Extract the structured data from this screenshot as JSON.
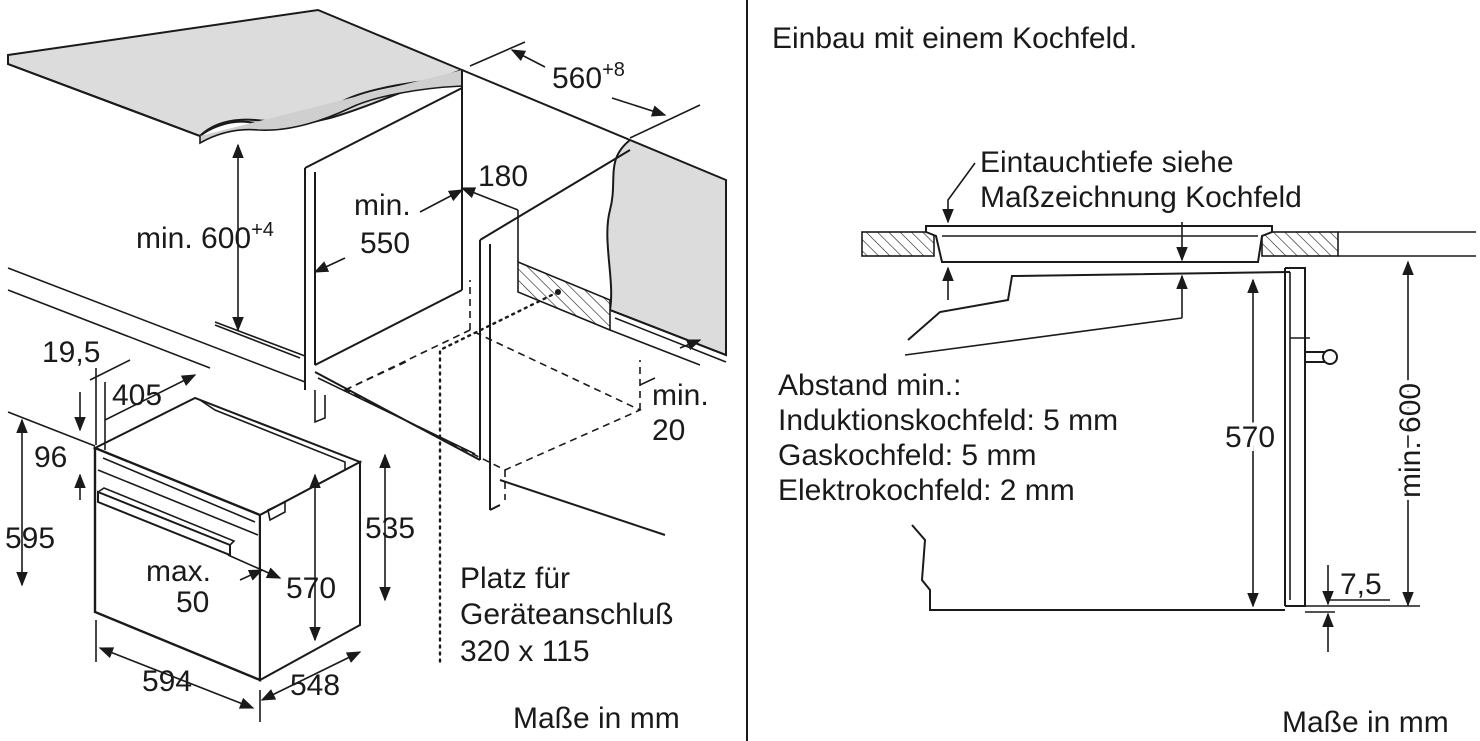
{
  "left": {
    "dims": {
      "d560": "560",
      "d560_sup": "+8",
      "d600": "min. 600",
      "d600_sup": "+4",
      "d180": "180",
      "dmin": "min.",
      "d550": "550",
      "d19_5": "19,5",
      "d405": "405",
      "d96": "96",
      "d595": "595",
      "d535": "535",
      "dmax": "max.",
      "d50": "50",
      "d570": "570",
      "d594": "594",
      "d548": "548",
      "dmin20a": "min.",
      "dmin20b": "20"
    },
    "conn": [
      "Platz für",
      "Geräteanschluß",
      "320 x 115"
    ],
    "units": "Maße in mm"
  },
  "right": {
    "title": "Einbau mit einem Kochfeld.",
    "note": [
      "Eintauchtiefe siehe",
      "Maßzeichnung Kochfeld"
    ],
    "abstand": [
      "Abstand min.:",
      "Induktionskochfeld: 5 mm",
      "Gaskochfeld: 5 mm",
      "Elektrokochfeld: 2 mm"
    ],
    "d570": "570",
    "dmin600": "min. 600",
    "d7_5": "7,5",
    "units": "Maße in mm"
  }
}
